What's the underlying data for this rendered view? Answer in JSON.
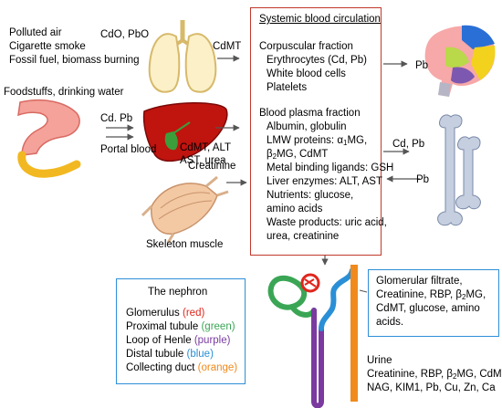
{
  "exposure_air": {
    "lines": [
      "Polluted air",
      "Cigarette smoke",
      "Fossil fuel, biomass burning"
    ],
    "metals": "CdO, PbO",
    "lung_output": "CdMT"
  },
  "exposure_food": {
    "source": "Foodstuffs, drinking water",
    "metals": "Cd. Pb",
    "route": "Portal blood",
    "liver_output_1": "CdMT, ALT",
    "liver_output_2": "AST, urea"
  },
  "muscle": {
    "output": "Creatinine",
    "label": "Skeleton muscle"
  },
  "systemic": {
    "title": "Systemic blood circulation",
    "corpuscular": {
      "heading": "Corpuscular fraction",
      "items": [
        "Erythrocytes (Cd, Pb)",
        "White blood cells",
        "Platelets"
      ]
    },
    "plasma": {
      "heading": "Blood plasma fraction",
      "items": [
        "Albumin, globulin",
        "LMW proteins: α",
        "1",
        "MG,",
        "β",
        "2",
        "MG, CdMT",
        "Metal binding ligands: GSH",
        "Liver enzymes: ALT, AST",
        "Nutrients: glucose,",
        "amino acids",
        "Waste products: uric acid,",
        "urea, creatinine"
      ]
    }
  },
  "brain_flow": {
    "label": "Pb"
  },
  "bone_flow": {
    "out_label": "Cd, Pb",
    "in_label": "Pb"
  },
  "nephron": {
    "title": "The nephron",
    "parts": [
      {
        "name": "Glomerulus",
        "color_word": "(red)",
        "color": "#e0261d"
      },
      {
        "name": "Proximal tubule",
        "color_word": "(green)",
        "color": "#3aa655"
      },
      {
        "name": "Loop of Henle",
        "color_word": "(purple)",
        "color": "#7a3aa0"
      },
      {
        "name": "Distal tubule",
        "color_word": "(blue)",
        "color": "#2a8fd6"
      },
      {
        "name": "Collecting duct",
        "color_word": "(orange)",
        "color": "#f08a1c"
      }
    ]
  },
  "filtrate": {
    "line1": "Glomerular filtrate,",
    "line2a": "Creatinine, RBP, β",
    "line2sub": "2",
    "line2b": "MG,",
    "line3": "CdMT, glucose, amino",
    "line4": "acids."
  },
  "urine": {
    "title": "Urine",
    "line1a": "Creatinine, RBP, β",
    "line1sub": "2",
    "line1b": "MG, CdMT,",
    "line2": "NAG, KIM1, Pb, Cu, Zn, Ca"
  },
  "colors": {
    "systemic_border": "#c0392b",
    "nephron_border": "#2e8fd8",
    "filtrate_border": "#2e8fd8"
  }
}
